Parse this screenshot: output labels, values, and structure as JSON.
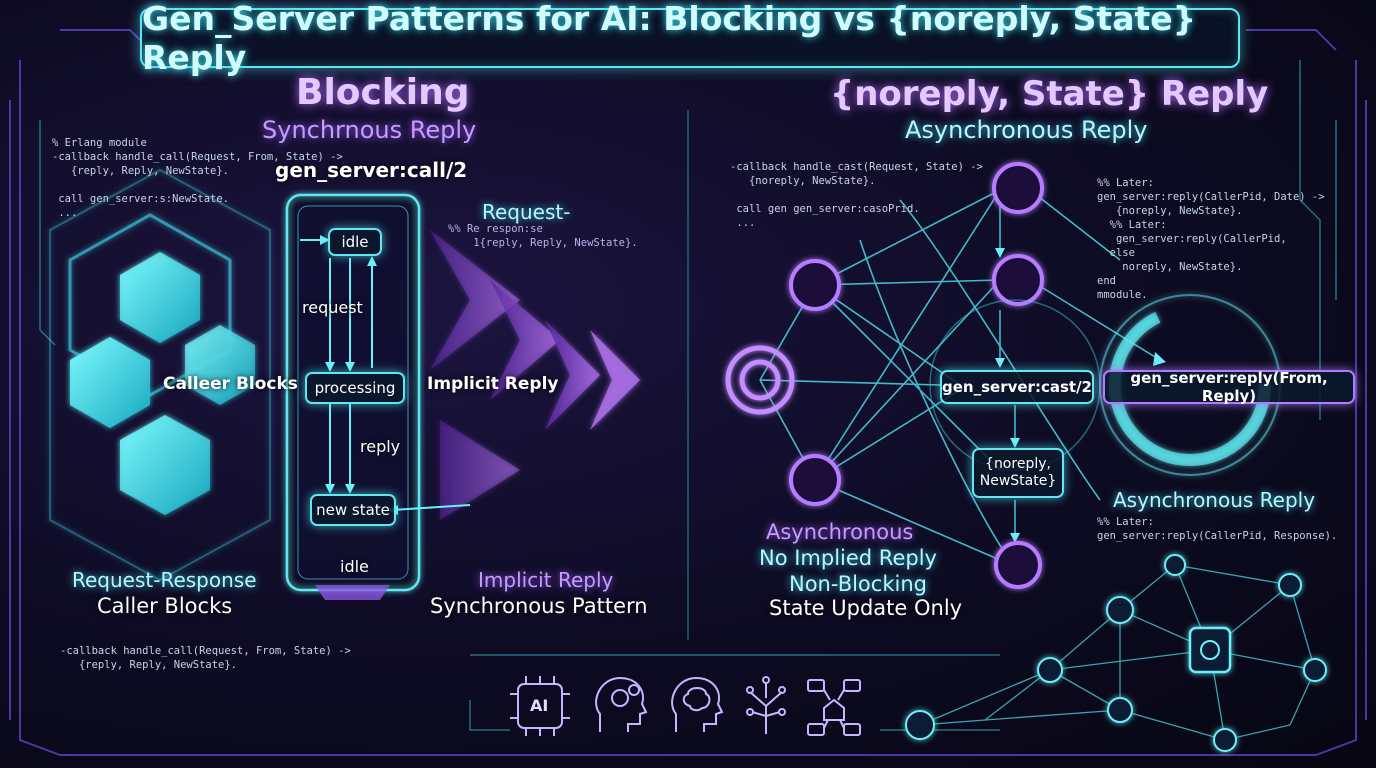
{
  "title": "Gen_Server Patterns for AI: Blocking vs {noreply, State} Reply",
  "left": {
    "heading": "Blocking",
    "subheading": "Synchrnous Reply",
    "call_label": "gen_server:call/2",
    "code_top": "% Erlang module\n-callback handle_call(Request, From, State) ->\n   {reply, Reply, NewState}.\n\n call gen_server:s:NewState.\n ...",
    "states": {
      "idle_top": "idle",
      "request": "request",
      "processing": "processing",
      "reply": "reply",
      "new_state": "new state",
      "idle_bottom": "idle"
    },
    "caller_blocks": "Calleer Blocks",
    "implicit_reply_mid": "Implicit Reply",
    "req_resp_title": "Request-",
    "req_resp_code": "%% Re respon:se\n    1{reply, Reply, NewState}.",
    "bottom_left_1": "Request-Response",
    "bottom_left_2": "Caller Blocks",
    "bottom_right_1": "Implicit Reply",
    "bottom_right_2": "Synchronous Pattern",
    "code_bottom": "-callback handle_call(Request, From, State) ->\n   {reply, Reply, NewState}."
  },
  "right": {
    "heading": "{noreply, State} Reply",
    "subheading": "Asynchronous Reply",
    "code_top": "-callback handle_cast(Request, State) ->\n   {noreply, NewState}.\n\n call gen gen_server:casoPrid.\n ...",
    "code_right": "%% Later:\ngen_server:reply(CallerPid, Date) ->\n   {noreply, NewState}.\n  %% Later:\n   gen_server:reply(CallerPid,\n  else\n    noreply, NewState}.\nend\nmmodule.",
    "cast_label": "gen_server:cast/2",
    "reply_label": "gen_server:reply(From, Reply)",
    "noreply_label": "{noreply,\nNewState}",
    "async_lines": [
      "Asynchronous",
      "No Implied Reply",
      "Non-Blocking",
      "State Update Only"
    ],
    "async_reply_heading": "Asynchronous Reply",
    "async_reply_code": "%% Later:\ngen_server:reply(CallerPid, Response)."
  },
  "bottom_icons": [
    "ai-chip-icon",
    "ai-head-gears-icon",
    "brain-icon",
    "circuit-tree-icon",
    "network-home-icon"
  ],
  "bottom_icon_text": "AI",
  "colors": {
    "cyan": "#5fe8f0",
    "purple": "#b07cff",
    "accent_text": "#cffcff"
  }
}
